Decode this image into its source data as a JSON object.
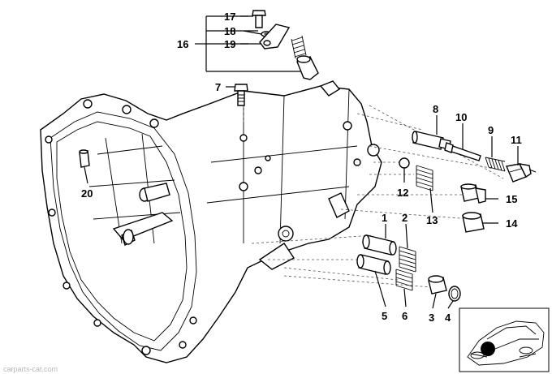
{
  "diagram": {
    "callouts": {
      "c1": "1",
      "c2": "2",
      "c3": "3",
      "c4": "4",
      "c5": "5",
      "c6": "6",
      "c7": "7",
      "c8": "8",
      "c9": "9",
      "c10": "10",
      "c11": "11",
      "c12": "12",
      "c13": "13",
      "c14": "14",
      "c15": "15",
      "c16": "16",
      "c17": "17",
      "c18": "18",
      "c19": "19",
      "c20": "20"
    },
    "watermark": "carparts-cat.com"
  }
}
